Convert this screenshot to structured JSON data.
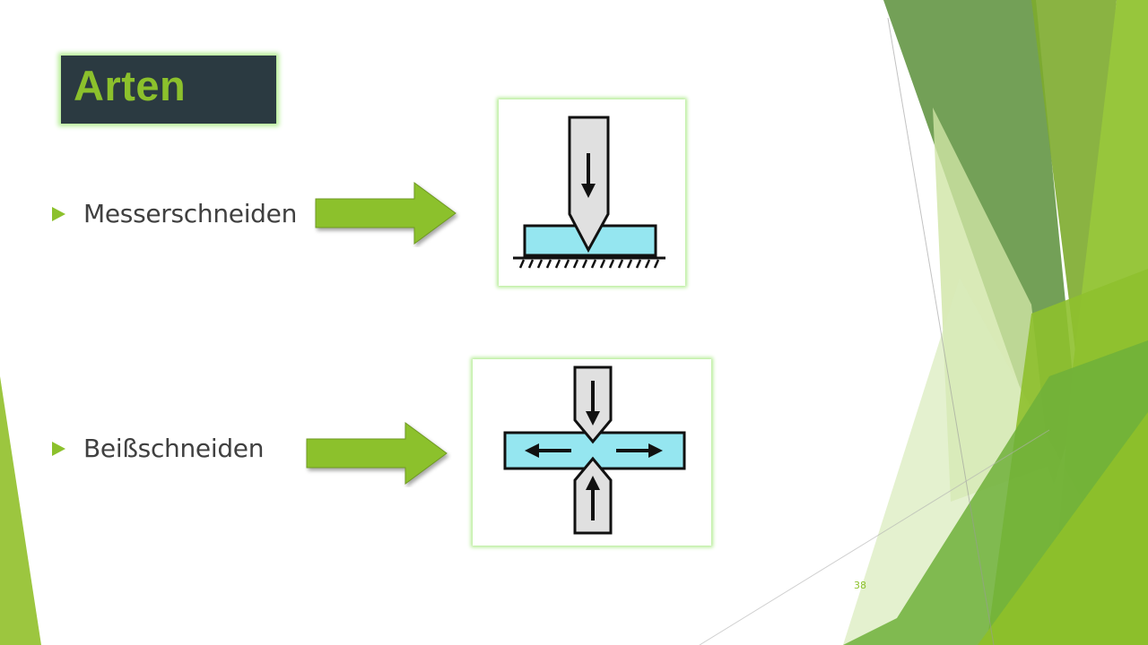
{
  "slide": {
    "title": "Arten",
    "page_number": "38",
    "items": [
      {
        "label": "Messerschneiden",
        "figure_icon": "knife-cutting-diagram-icon"
      },
      {
        "label": "Beißschneiden",
        "figure_icon": "bite-cutting-diagram-icon"
      }
    ]
  },
  "colors": {
    "accent": "#8cc12c",
    "title_bg": "#2b3a41",
    "workpiece": "#95e6f0",
    "blade": "#e0e0e0"
  }
}
